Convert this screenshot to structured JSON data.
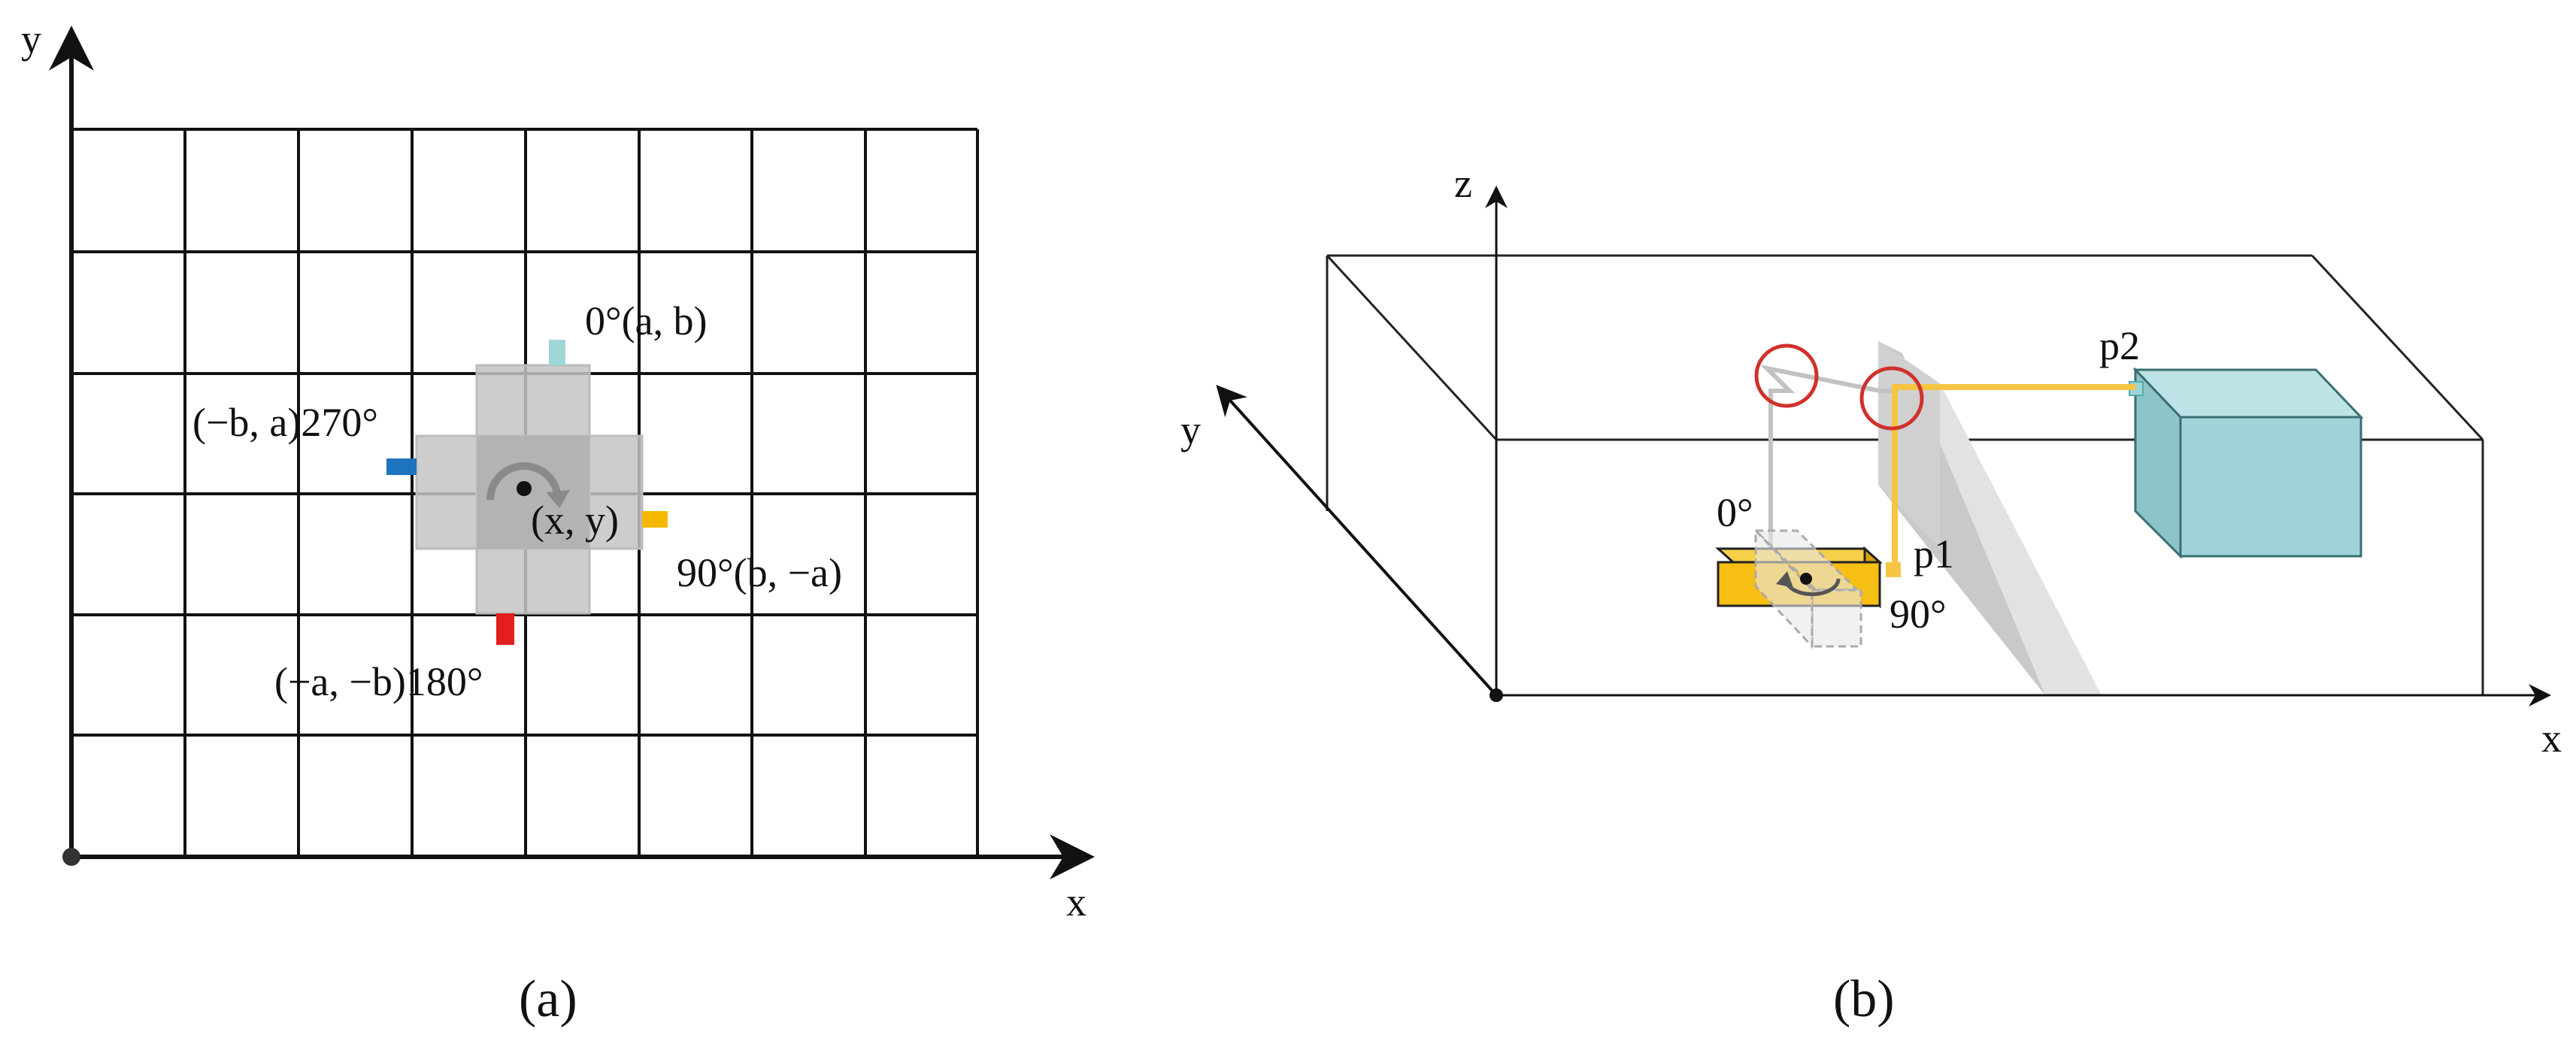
{
  "panel_a": {
    "axis_x": "x",
    "axis_y": "y",
    "label_0": "0°(a, b)",
    "label_270": "(−b, a)270°",
    "label_center": "(x, y)",
    "label_90": "90°(b, −a)",
    "label_180": "(−a, −b)180°",
    "caption": "(a)"
  },
  "panel_b": {
    "axis_x": "x",
    "axis_y": "y",
    "axis_z": "z",
    "label_0": "0°",
    "label_90": "90°",
    "label_p1": "p1",
    "label_p2": "p2",
    "caption": "(b)"
  },
  "colors": {
    "grid": "#111111",
    "robot_fill": "#c8c8c8",
    "marker_0": "#9fd6d6",
    "marker_270": "#1e73be",
    "marker_90": "#f5b800",
    "marker_180": "#e31e1e",
    "box_fill": "#f7bf14",
    "target_fill": "#9ed4d8",
    "wall_fill": "#cfcfcf",
    "path": "#f5c542",
    "circle": "#d0312d"
  }
}
